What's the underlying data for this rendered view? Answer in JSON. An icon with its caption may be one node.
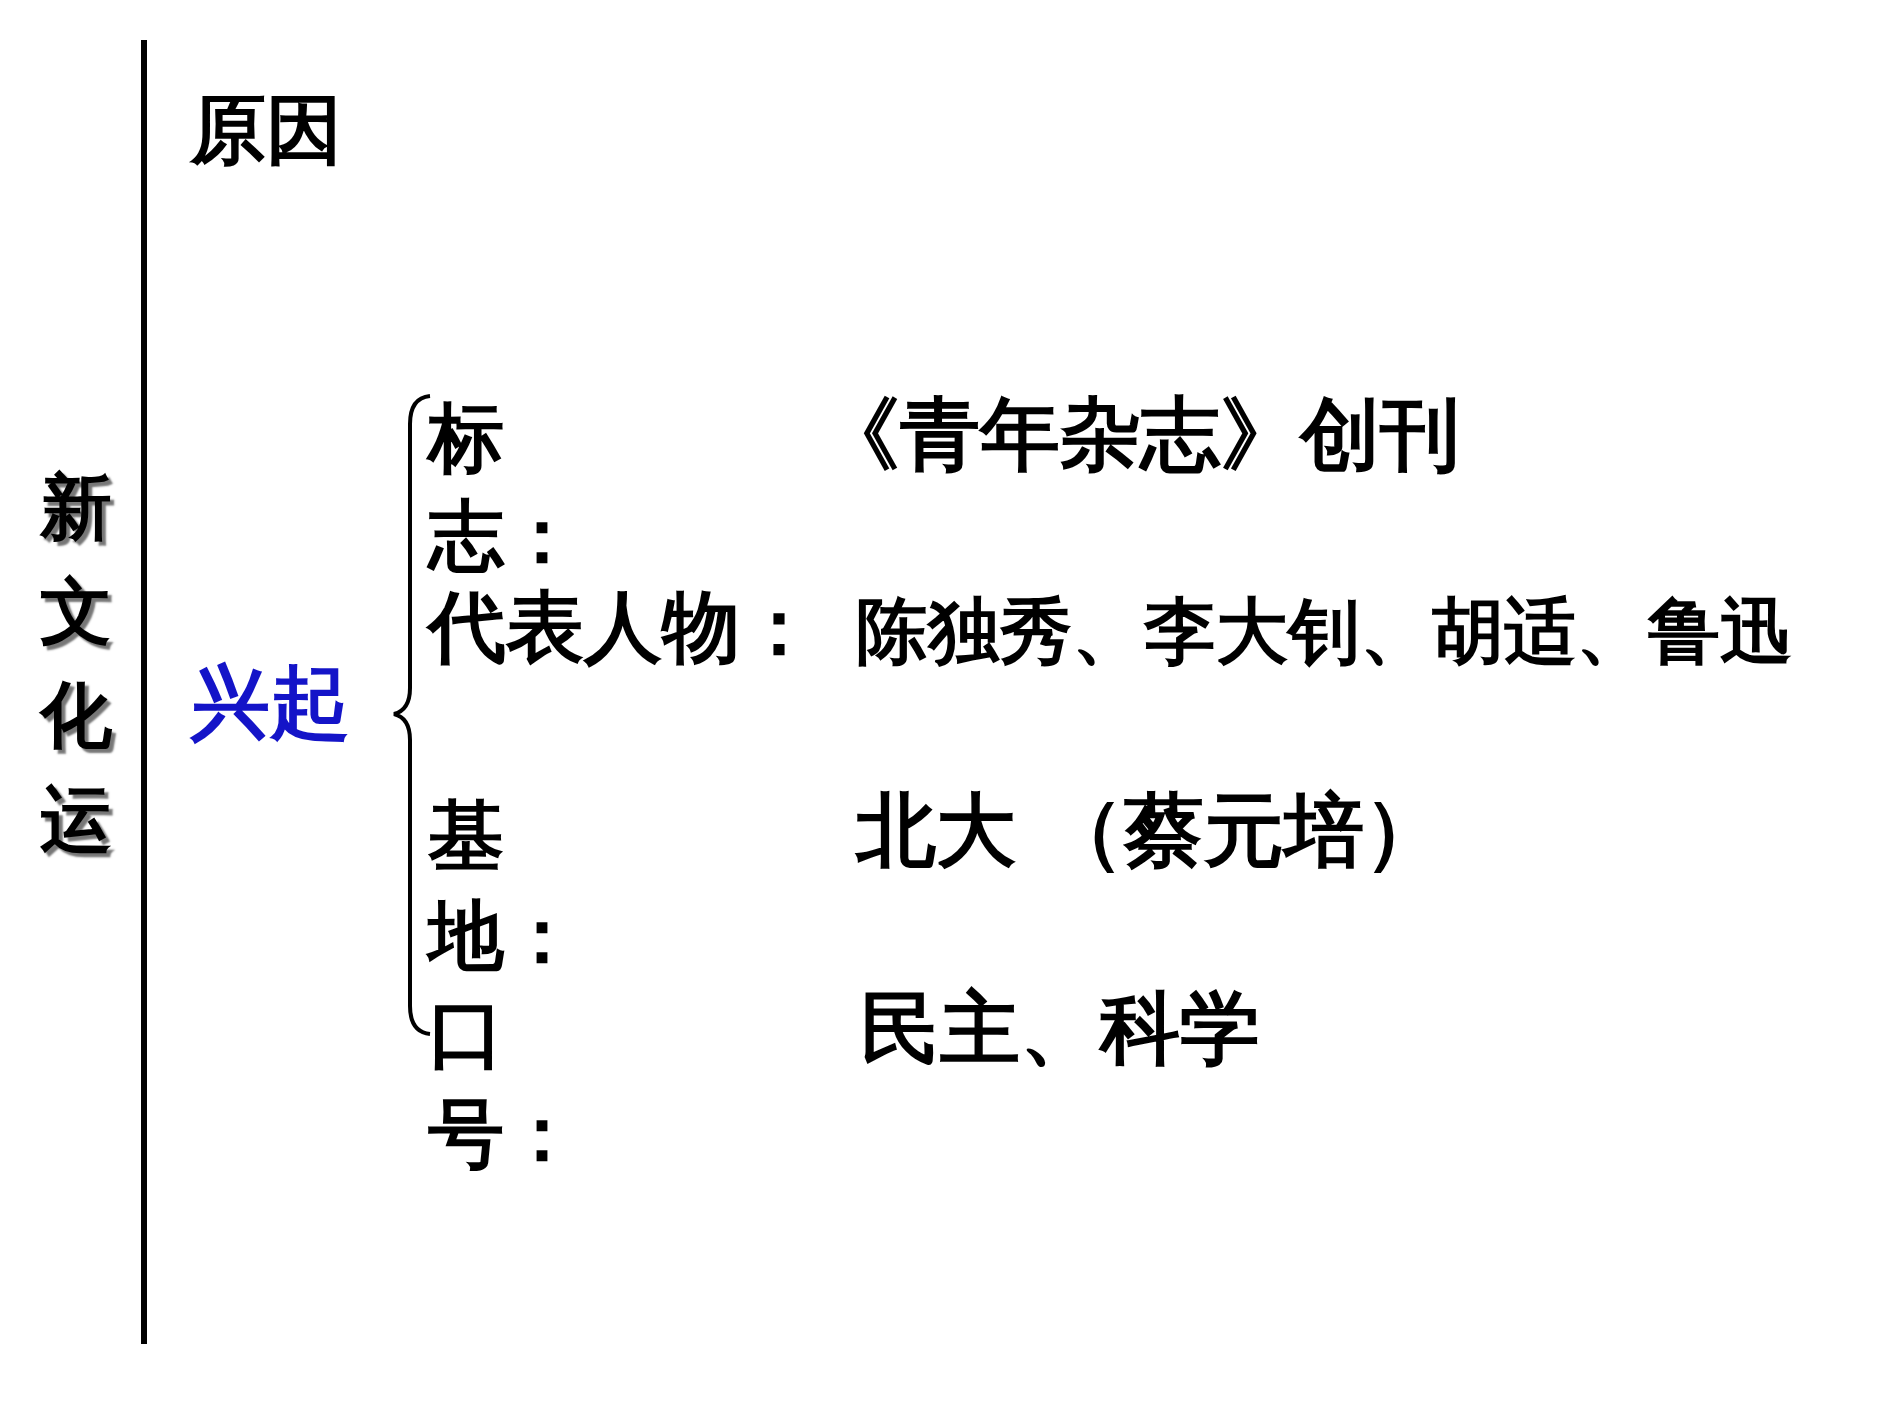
{
  "diagram": {
    "labels": [
      "新文化运",
      "原因",
      "兴起",
      "标志：",
      "《青年杂志》创刊",
      "代表人物：",
      "陈独秀、李大钊、胡适、鲁迅",
      "基地：",
      "北大 （蔡元培）",
      "口号：",
      "民主、科学"
    ]
  }
}
